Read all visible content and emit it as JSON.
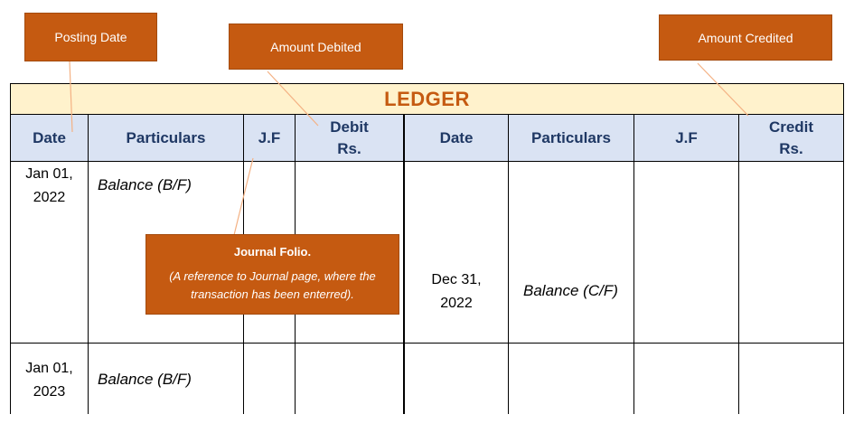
{
  "title": "LEDGER",
  "columns": {
    "left": [
      "Date",
      "Particulars",
      "J.F",
      "Debit Rs."
    ],
    "right": [
      "Date",
      "Particulars",
      "J.F",
      "Credit Rs."
    ]
  },
  "columns_display": {
    "left_date": "Date",
    "left_particulars": "Particulars",
    "left_jf": "J.F",
    "left_debit_1": "Debit",
    "left_debit_2": "Rs.",
    "right_date": "Date",
    "right_particulars": "Particulars",
    "right_jf": "J.F",
    "right_credit_1": "Credit",
    "right_credit_2": "Rs."
  },
  "rows": {
    "r1_left_date_1": "Jan 01,",
    "r1_left_date_2": "2022",
    "r1_left_particulars": "Balance (B/F)",
    "r1_right_date_1": "Dec 31,",
    "r1_right_date_2": "2022",
    "r1_right_particulars": "Balance (C/F)",
    "r2_left_date_1": "Jan 01,",
    "r2_left_date_2": "2023",
    "r2_left_particulars": "Balance (B/F)"
  },
  "callouts": {
    "posting_date": "Posting Date",
    "amount_debited": "Amount Debited",
    "amount_credited": "Amount Credited",
    "journal_folio_title": "Journal Folio.",
    "journal_folio_desc_1": "(A reference to Journal page, where the",
    "journal_folio_desc_2": "transaction has been enterred)."
  },
  "colors": {
    "callout_bg": "#c55a11",
    "title_bg": "#fff2cc",
    "title_text": "#c55a11",
    "header_bg": "#dae3f3",
    "header_text": "#1f3864",
    "pointer_line": "#f4b183"
  }
}
